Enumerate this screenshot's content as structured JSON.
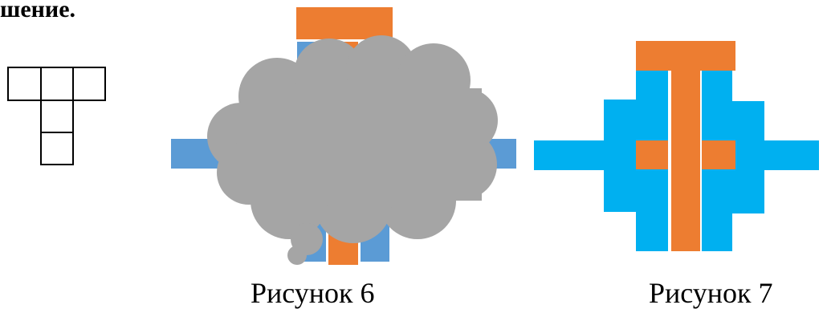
{
  "heading": "шение.",
  "captions": {
    "figure6": "Рисунок 6",
    "figure7": "Рисунок 7"
  },
  "colors": {
    "orange": "#ed7d31",
    "blue_fig6": "#5b9bd5",
    "blue_fig7": "#00b0f0",
    "cloud": "#a5a5a5",
    "outline": "#000000"
  },
  "figures": {
    "net": {
      "description_icon": "t-shaped-net-icon"
    },
    "figure6": {
      "description_icon": "cloud-occluded-figure-icon"
    },
    "figure7": {
      "description_icon": "cross-shaped-figure-icon"
    }
  }
}
